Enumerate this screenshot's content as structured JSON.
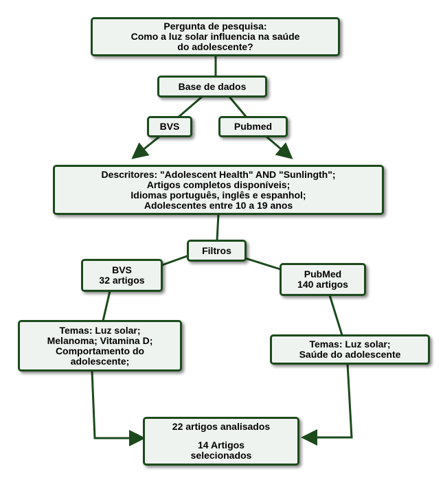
{
  "diagram": {
    "question": {
      "line1": "Pergunta de pesquisa:",
      "line2": "Como a luz solar influencia na saúde",
      "line3": "do adolescente?"
    },
    "database": {
      "label": "Base de dados"
    },
    "source_bvs": {
      "label": "BVS"
    },
    "source_pubmed": {
      "label": "Pubmed"
    },
    "criteria": {
      "line1": "Descritores: \"Adolescent Health\" AND \"Sunlingth\";",
      "line2": "Artigos completos disponíveis;",
      "line3": "Idiomas português, inglês e espanhol;",
      "line4": "Adolescentes entre 10 a 19 anos"
    },
    "filters": {
      "label": "Filtros"
    },
    "bvs_result": {
      "line1": "BVS",
      "line2": "32 artigos"
    },
    "pubmed_result": {
      "line1": "PubMed",
      "line2": "140 artigos"
    },
    "bvs_themes": {
      "line1": "Temas: Luz solar;",
      "line2": "Melanoma; Vitamina D;",
      "line3": "Comportamento do",
      "line4": "adolescente;"
    },
    "pubmed_themes": {
      "line1": "Temas: Luz solar;",
      "line2": "Saúde do adolescente"
    },
    "final": {
      "line1": "22 artigos analisados",
      "line2": "14 Artigos",
      "line3": "selecionados"
    },
    "colors": {
      "connector": "#1c4a1c",
      "box_border": "#1c4a1c",
      "box_fill": "#eef3f0"
    }
  }
}
